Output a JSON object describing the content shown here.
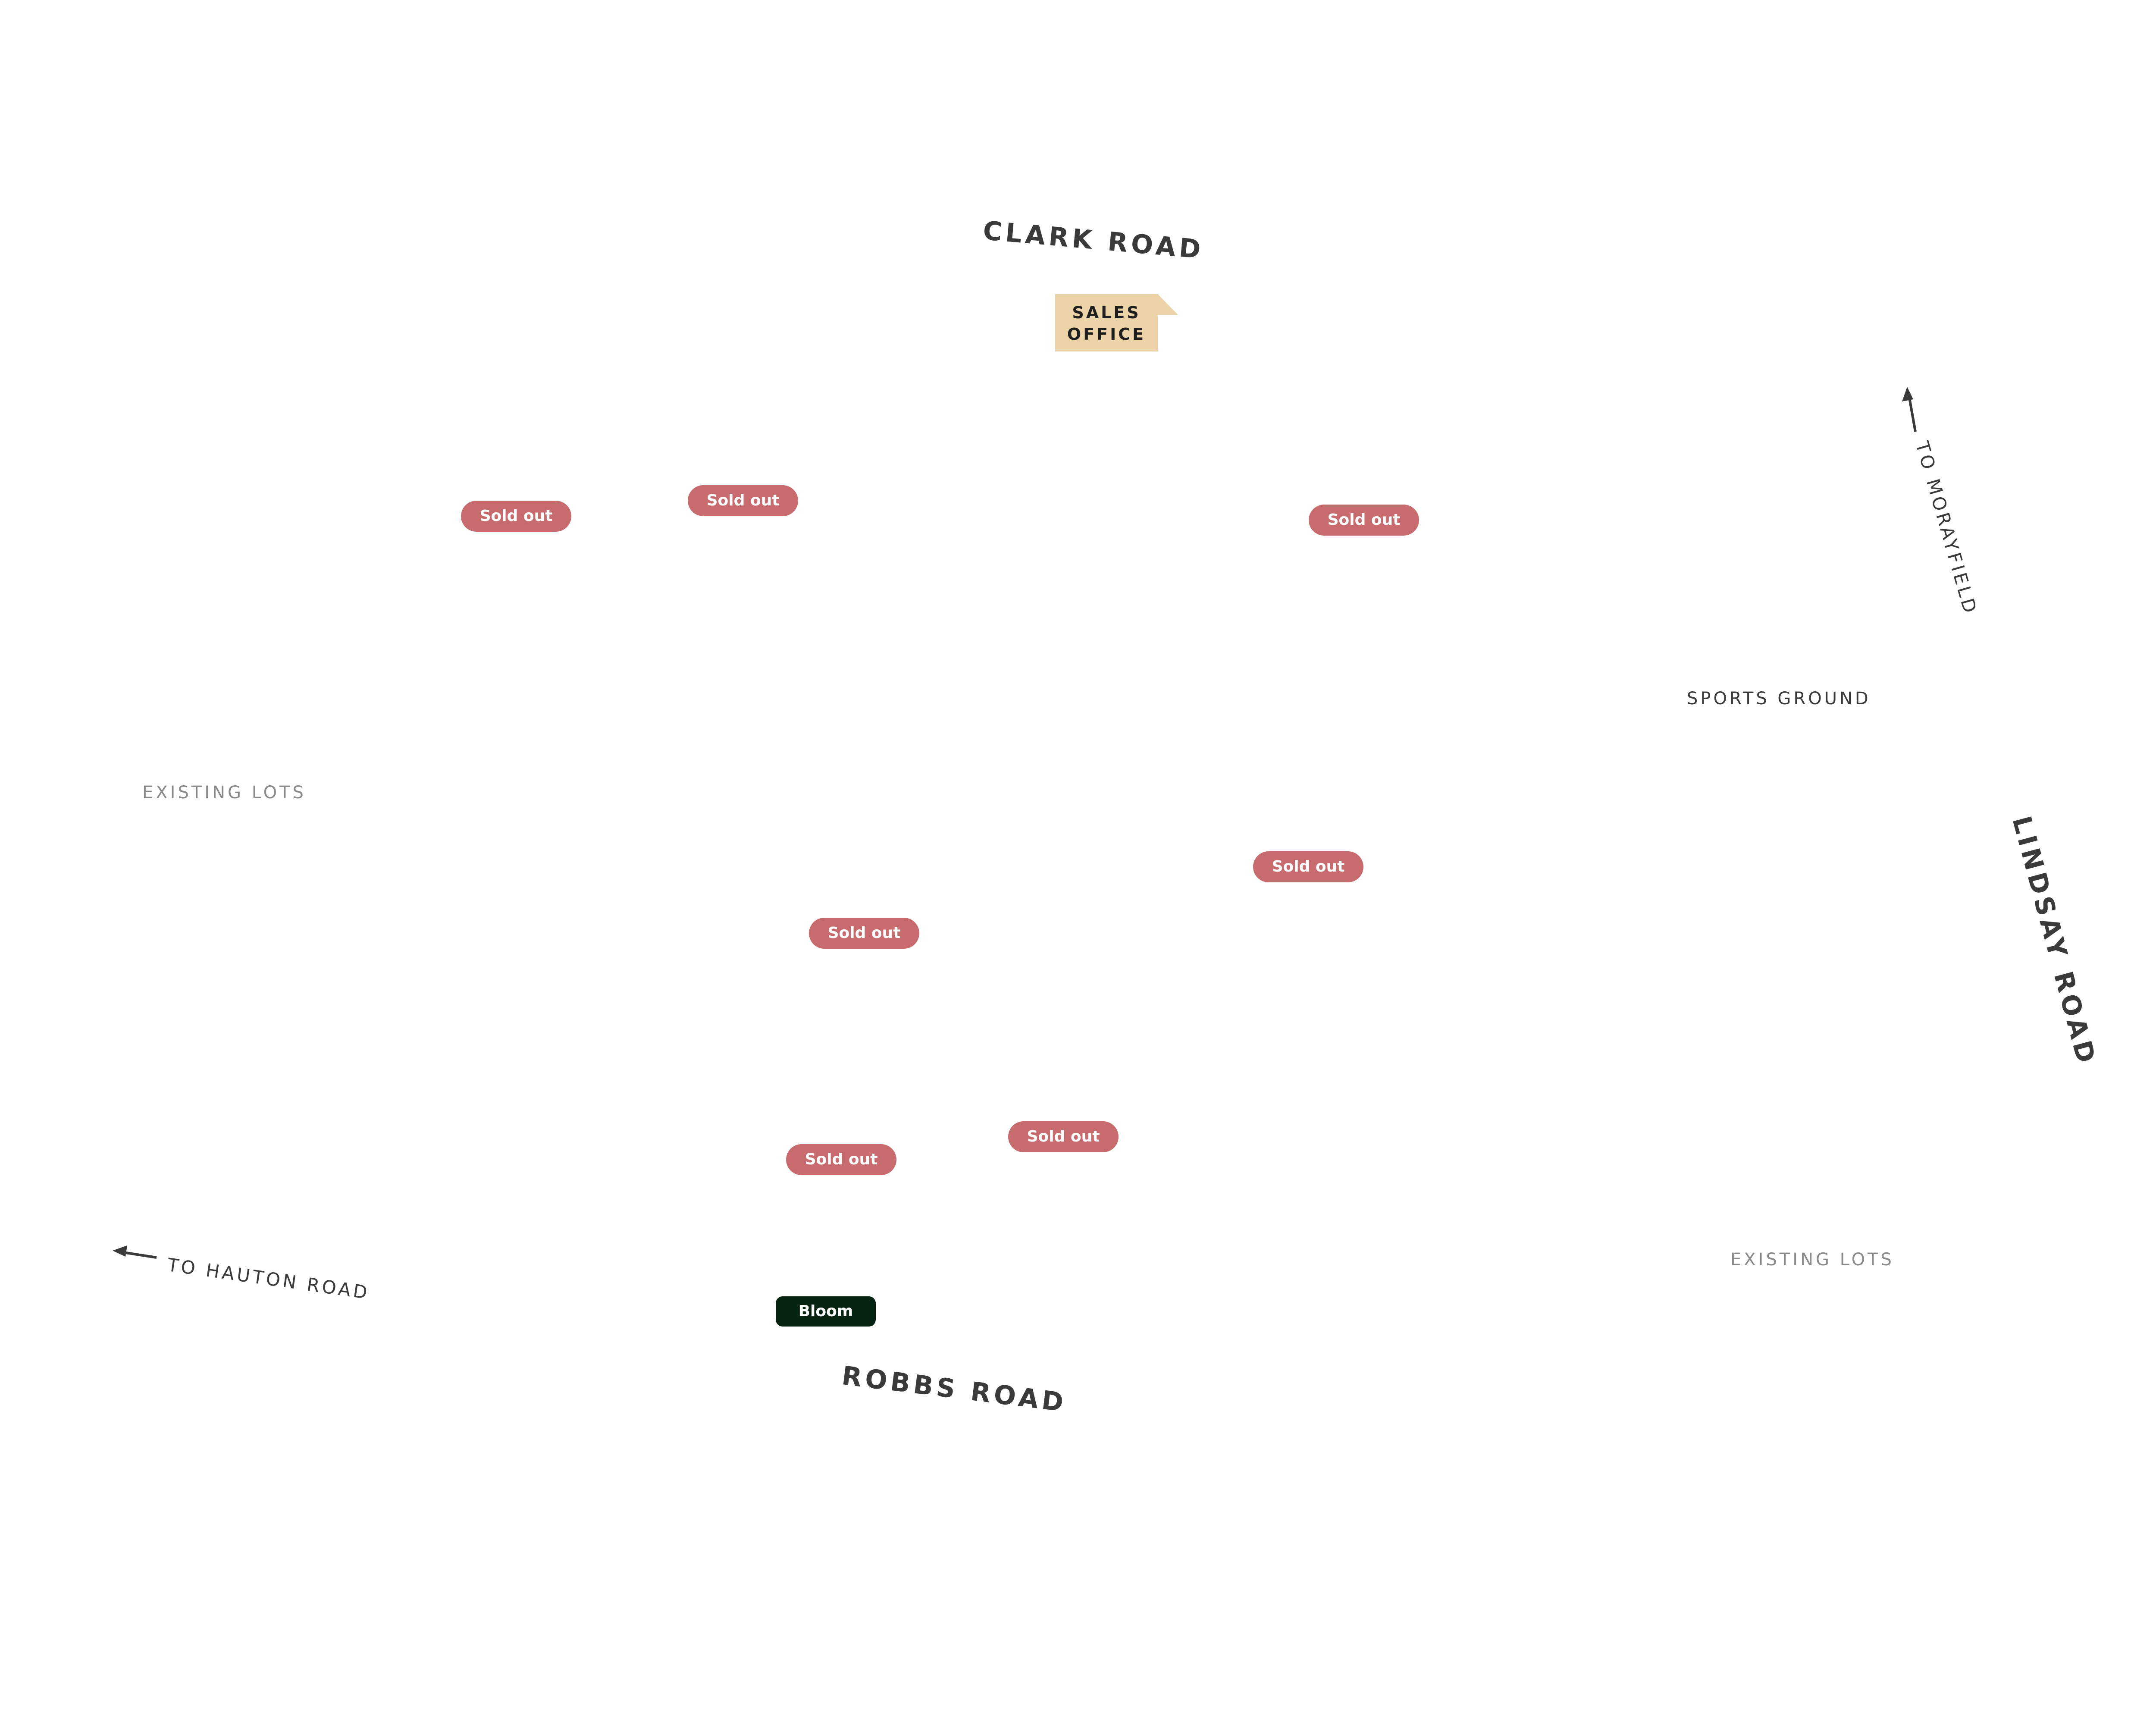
{
  "roads": {
    "clark": "CLARK ROAD",
    "robbs": "ROBBS ROAD",
    "lindsay": "LINDSAY ROAD"
  },
  "areas": {
    "existing_lots_west": "EXISTING LOTS",
    "existing_lots_east": "EXISTING LOTS",
    "sports_ground": "SPORTS GROUND"
  },
  "directions": {
    "morayfield": "TO MORAYFIELD",
    "hauton": "TO HAUTON ROAD"
  },
  "sales_office": {
    "line1": "SALES",
    "line2": "OFFICE",
    "color": "#ecd3a8"
  },
  "lot_status": {
    "sold_out": "Sold out",
    "color": "#c86b6e"
  },
  "release": {
    "label": "Bloom",
    "color": "#072311"
  }
}
